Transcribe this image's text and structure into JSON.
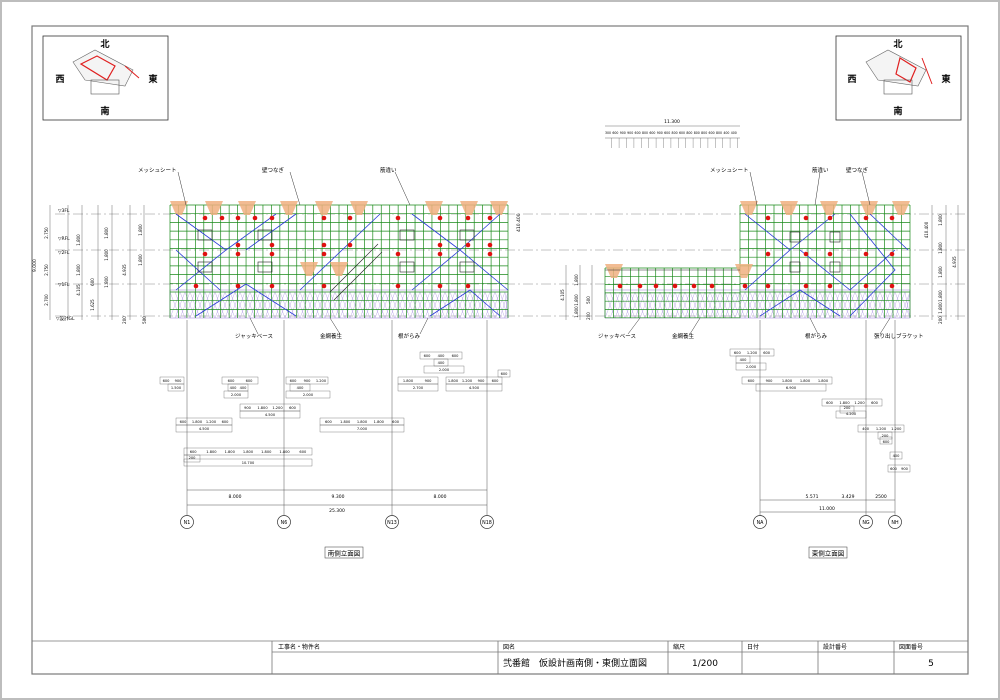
{
  "compass": {
    "north": "北",
    "south": "南",
    "east": "東",
    "west": "西"
  },
  "labels": {
    "mesh_sheet": "メッシュシート",
    "wall_tie": "壁つなぎ",
    "brace": "筋違い",
    "jack_base": "ジャッキベース",
    "net_floor": "金網養生",
    "pipe_clamp": "根がらみ",
    "overhang_bracket": "張り出しブラケット"
  },
  "south_elevation": {
    "title": "南側立面図",
    "axes": [
      "N1",
      "N6",
      "N13",
      "N18"
    ],
    "spans": [
      "8.000",
      "9.300",
      "8.000"
    ],
    "total": "25.300",
    "total_height": "9.000",
    "sub_dims": [
      [
        "600",
        "900"
      ],
      [
        "1.500"
      ],
      [
        "600",
        "600"
      ],
      [
        "400",
        "400"
      ],
      [
        "2.000"
      ],
      [
        "600",
        "900",
        "1.200"
      ],
      [
        "400"
      ],
      [
        "2.000"
      ],
      [
        "900",
        "1.800",
        "1.200",
        "600"
      ],
      [
        "4.500"
      ],
      [
        "600",
        "1.800",
        "1.200",
        "600"
      ],
      [
        "4.500"
      ],
      [
        "600",
        "1.800",
        "1.800",
        "1.800",
        "600"
      ],
      [
        "7.000"
      ],
      [
        "600",
        "1.800",
        "1.800",
        "1.800",
        "1.800",
        "1.800",
        "600"
      ],
      [
        "200"
      ],
      [
        "10.700"
      ],
      [
        "600",
        "400",
        "600"
      ],
      [
        "400"
      ],
      [
        "2.000"
      ],
      [
        "1.800",
        "900"
      ],
      [
        "2.700"
      ],
      [
        "1.800",
        "1.200",
        "900",
        "600"
      ],
      [
        "600"
      ],
      [
        "4.500"
      ]
    ],
    "level_marks": [
      "▽RFL",
      "▽3FL",
      "▽2FL",
      "▽1FL",
      "▽設計GL"
    ],
    "left_dims": [
      "2.750",
      "2.750",
      "2.700",
      "4.105",
      "1.800",
      "1.800",
      "600",
      "1.625",
      "1.800",
      "1.800",
      "1.800",
      "200",
      "500",
      "4.935",
      "1.800",
      "1.800"
    ],
    "right_dims": [
      "410.400"
    ]
  },
  "east_elevation": {
    "title": "東側立面図",
    "axes": [
      "NA",
      "NG",
      "NH"
    ],
    "spans": [
      "5.571",
      "3.429",
      "2500"
    ],
    "total": "11.000",
    "top_total": "11.300",
    "top_dims": [
      "300",
      "600",
      "900",
      "900",
      "600",
      "800",
      "600",
      "900",
      "600",
      "800",
      "600",
      "800",
      "800",
      "800",
      "600",
      "800",
      "400",
      "400"
    ],
    "sub_dims": [
      [
        "600",
        "1.200",
        "600"
      ],
      [
        "400"
      ],
      [
        "2.000"
      ],
      [
        "600",
        "900",
        "1.800",
        "1.800",
        "1.800"
      ],
      [
        "6.900"
      ],
      [
        "600",
        "1.800",
        "1.200",
        "600"
      ],
      [
        "200"
      ],
      [
        "4.200"
      ],
      [
        "400",
        "1.200",
        "1.200"
      ],
      [
        "200"
      ],
      [
        "600"
      ],
      [
        "400"
      ],
      [
        "600",
        "900"
      ]
    ],
    "left_dims": [
      "4.105",
      "1.800",
      "1.800",
      "1.800",
      "200",
      "500"
    ],
    "right_dims": [
      "410.400",
      "1.800",
      "4.935",
      "1.800",
      "1.800",
      "1.800",
      "1.800",
      "200"
    ]
  },
  "title_block": {
    "project_label": "工事名・物件名",
    "project_value": "",
    "drawing_label": "図名",
    "drawing_value": "弐番館　仮設計画南側・東側立面図",
    "scale_label": "縮尺",
    "scale_value": "1/200",
    "date_label": "日付",
    "date_value": "",
    "design_no_label": "設計番号",
    "design_no_value": "",
    "drawing_no_label": "図面番号",
    "drawing_no_value": "5"
  },
  "colors": {
    "scaffold": "#1a8a1a",
    "brace": "#2a3ad8",
    "tie_marker": "#e01010",
    "mesh_sheet": "#f0b080",
    "net": "#9a7ad8",
    "frame": "#909090"
  }
}
